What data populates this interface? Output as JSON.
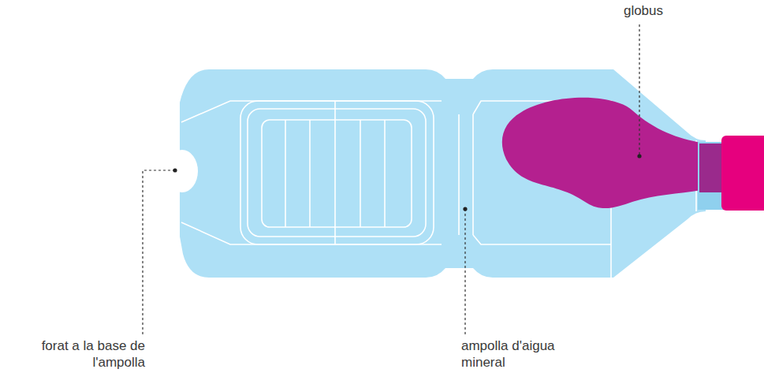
{
  "diagram": {
    "labels": [
      "globus",
      "forat a la base de l'ampolla",
      "ampolla d'aigua mineral"
    ]
  }
}
